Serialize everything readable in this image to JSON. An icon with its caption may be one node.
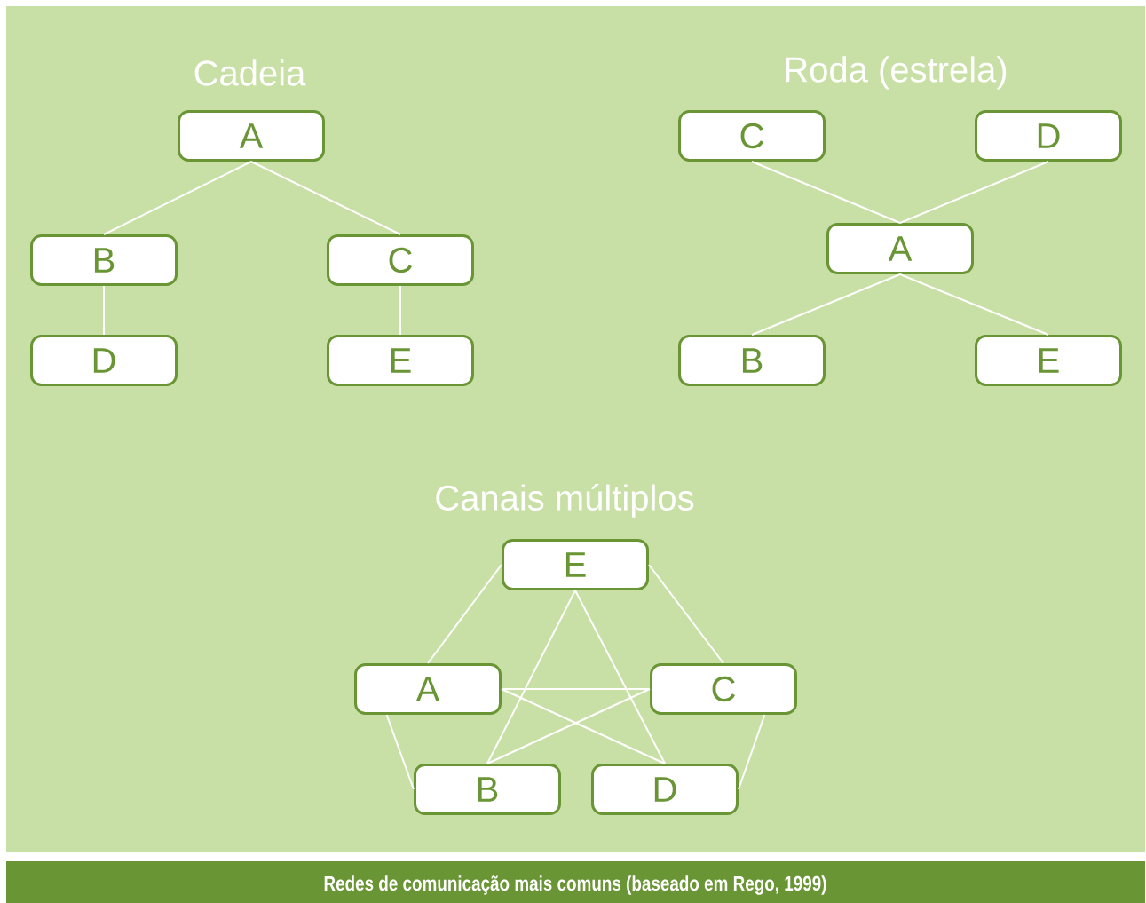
{
  "diagram": {
    "caption": "Redes de comunicação mais comuns (baseado em Rego, 1999)",
    "nodes": [
      {
        "text": [
          "A"
        ]
      },
      {
        "text": [
          "B"
        ]
      },
      {
        "text": [
          "C"
        ]
      },
      {
        "text": [
          "D"
        ]
      },
      {
        "text": [
          "E"
        ]
      },
      {
        "text": [
          "C"
        ]
      },
      {
        "text": [
          "D"
        ]
      },
      {
        "text": [
          "A"
        ]
      },
      {
        "text": [
          "B"
        ]
      },
      {
        "text": [
          "E"
        ]
      },
      {
        "text": [
          "E"
        ]
      },
      {
        "text": [
          "A"
        ]
      },
      {
        "text": [
          "C"
        ]
      },
      {
        "text": [
          "B"
        ]
      },
      {
        "text": [
          "D"
        ]
      }
    ],
    "edges": [
      {
        "from": 0,
        "to": 1,
        "arrow": "none"
      },
      {
        "from": 0,
        "to": 2,
        "arrow": "none"
      },
      {
        "from": 1,
        "to": 3,
        "arrow": "none"
      },
      {
        "from": 2,
        "to": 4,
        "arrow": "none"
      },
      {
        "from": 5,
        "to": 7,
        "arrow": "none"
      },
      {
        "from": 6,
        "to": 7,
        "arrow": "none"
      },
      {
        "from": 7,
        "to": 8,
        "arrow": "none"
      },
      {
        "from": 7,
        "to": 9,
        "arrow": "none"
      },
      {
        "from": 10,
        "to": 11,
        "arrow": "none"
      },
      {
        "from": 10,
        "to": 12,
        "arrow": "none"
      },
      {
        "from": 10,
        "to": 13,
        "arrow": "none"
      },
      {
        "from": 10,
        "to": 14,
        "arrow": "none"
      },
      {
        "from": 11,
        "to": 12,
        "arrow": "none"
      },
      {
        "from": 11,
        "to": 14,
        "arrow": "none"
      },
      {
        "from": 12,
        "to": 13,
        "arrow": "none"
      },
      {
        "from": 11,
        "to": 13,
        "arrow": "none"
      },
      {
        "from": 12,
        "to": 14,
        "arrow": "none"
      }
    ],
    "labels": [
      "Cadeia",
      "Roda (estrela)",
      "Canais múltiplos"
    ]
  }
}
